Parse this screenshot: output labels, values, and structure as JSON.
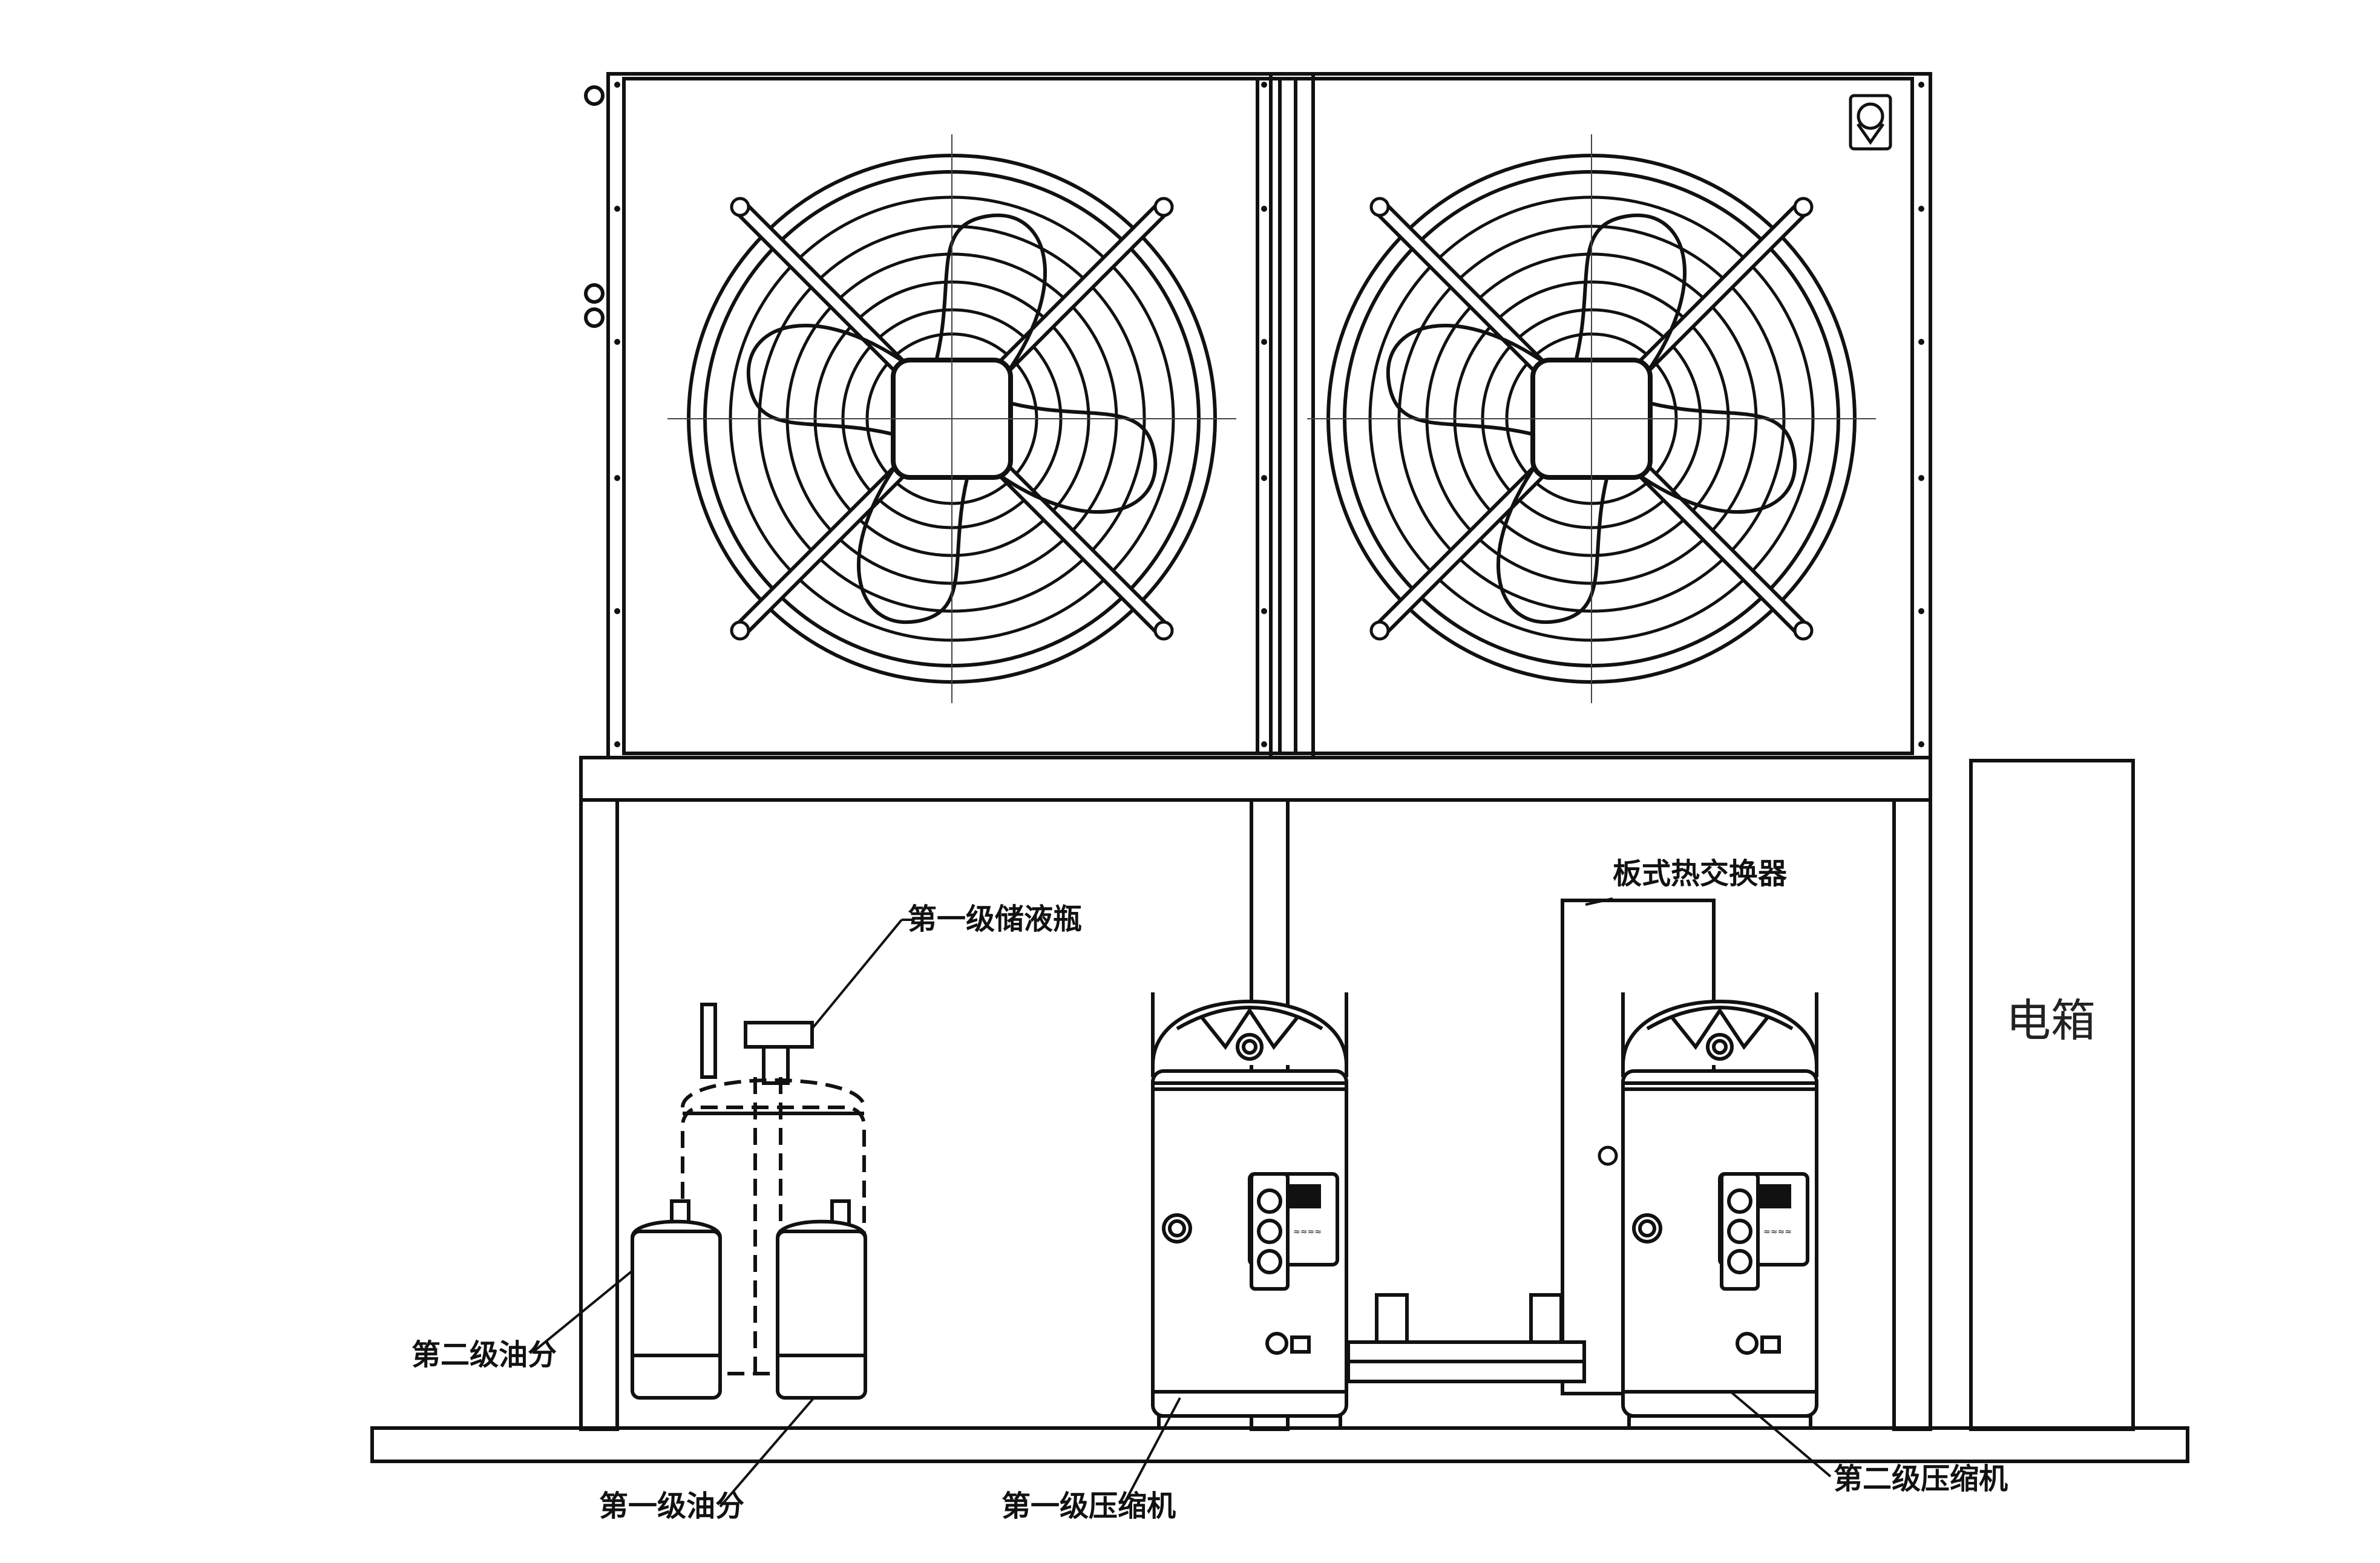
{
  "labels": {
    "stage1_receiver": "第一级储液瓶",
    "plate_heat_exchanger": "板式热交换器",
    "electric_box": "电箱",
    "stage2_oil_separator": "第二级油分",
    "stage1_oil_separator": "第一级油分",
    "stage1_compressor": "第一级压缩机",
    "stage2_compressor": "第二级压缩机"
  },
  "colors": {
    "line": "#111111",
    "background": "#ffffff"
  }
}
